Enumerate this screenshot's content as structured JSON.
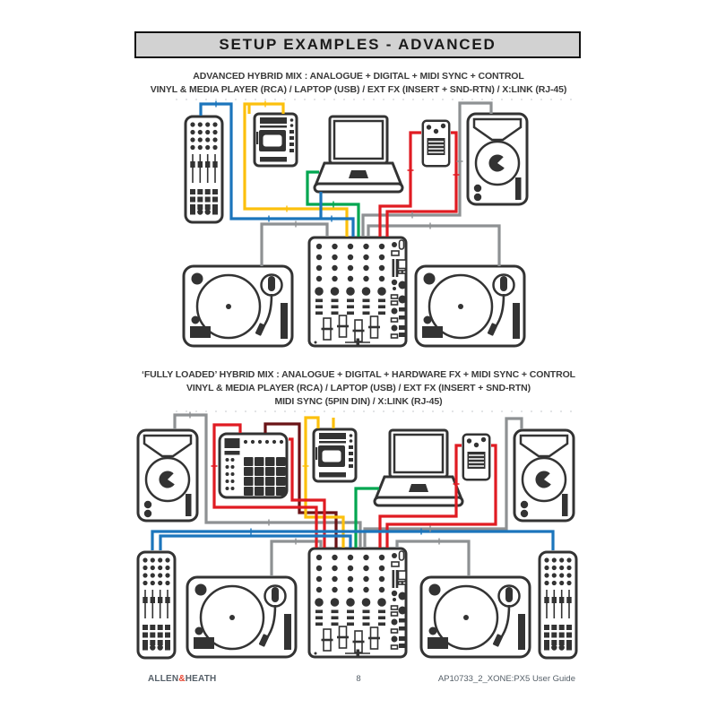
{
  "header": {
    "title": "SETUP EXAMPLES - ADVANCED",
    "bg": "#d2d2d2",
    "border": "#111111"
  },
  "diagram1": {
    "caption_line1": "ADVANCED HYBRID MIX : ANALOGUE + DIGITAL + MIDI SYNC + CONTROL",
    "caption_line2": "VINYL & MEDIA PLAYER (RCA) / LAPTOP (USB) / EXT FX (INSERT + SND-RTN) / X:LINK (RJ-45)",
    "devices": [
      "midi-fader-controller",
      "media-player",
      "laptop",
      "fx-pedal",
      "monitor-speaker",
      "turntable",
      "xone-px5-mixer",
      "turntable"
    ]
  },
  "diagram2": {
    "caption_line1": "‘FULLY LOADED’ HYBRID MIX : ANALOGUE + DIGITAL + HARDWARE FX + MIDI SYNC + CONTROL",
    "caption_line2": "VINYL & MEDIA PLAYER (RCA) / LAPTOP (USB) / EXT FX (INSERT + SND-RTN)",
    "caption_line3": "MIDI SYNC (5PIN DIN) / X:LINK (RJ-45)",
    "devices": [
      "monitor-speaker",
      "drum-pad-sampler",
      "media-player",
      "laptop",
      "fx-pedal",
      "monitor-speaker",
      "midi-fader-controller",
      "turntable",
      "xone-px5-mixer",
      "turntable",
      "midi-fader-controller"
    ]
  },
  "cable_colors": {
    "gray_rca": "#8e9193",
    "blue_xlink_usb": "#1b75bc",
    "yellow_rca": "#fcc00d",
    "green_usb": "#00a650",
    "red_fx": "#e01b22",
    "maroon_midi_sync": "#6a1316"
  },
  "device_ink": "#333333",
  "text_ink": "#3a3a3a",
  "footer": {
    "brand_prefix": "ALLEN",
    "brand_amp": "&",
    "brand_suffix": "HEATH",
    "amp_color": "#e8432f",
    "color": "#566069",
    "page_number": "8",
    "doc_ref": "AP10733_2_XONE:PX5 User Guide"
  }
}
